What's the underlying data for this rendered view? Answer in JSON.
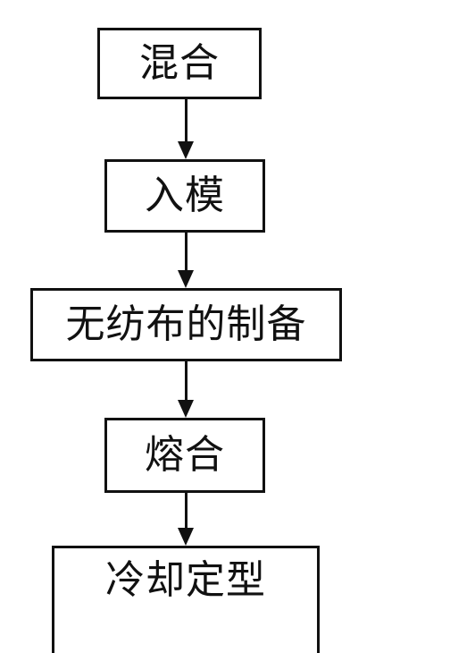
{
  "flowchart": {
    "steps": [
      {
        "label": "混合"
      },
      {
        "label": "入模"
      },
      {
        "label": "无纺布的制备"
      },
      {
        "label": "熔合"
      },
      {
        "label": "冷却定型"
      }
    ]
  }
}
